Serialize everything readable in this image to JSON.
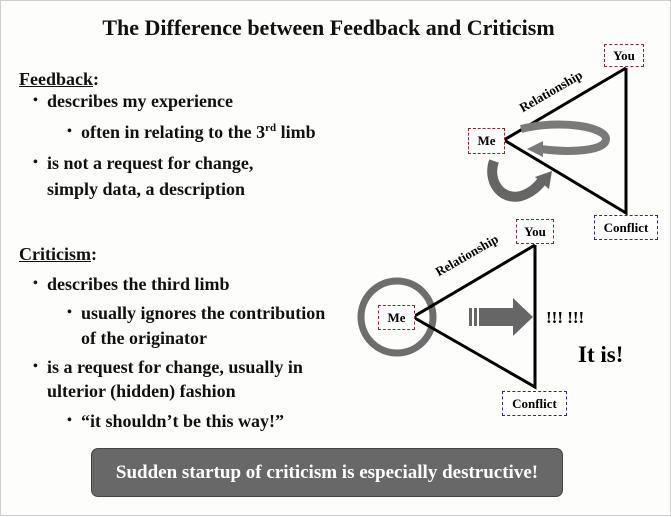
{
  "title": "The Difference between Feedback and Criticism",
  "feedback": {
    "heading": "Feedback",
    "colon": ":",
    "bullets": [
      "describes my experience",
      "is not a request for change,",
      "simply data, a description"
    ],
    "sub_pre": "often in relating to the 3",
    "sub_sup": "rd",
    "sub_post": " limb"
  },
  "criticism": {
    "heading": "Criticism",
    "colon": ":",
    "b1": "describes the third limb",
    "s1a": "usually ignores the contribution",
    "s1b": "of the originator",
    "b2a": "is a request for change, usually in",
    "b2b": "ulterior (hidden) fashion",
    "s2": "“it shouldn’t be this way!”"
  },
  "diagram_top": {
    "me": "Me",
    "you": "You",
    "conflict": "Conflict",
    "edge": "Relationship"
  },
  "diagram_bottom": {
    "me": "Me",
    "you": "You",
    "conflict": "Conflict",
    "edge": "Relationship",
    "exclaim": "!!! !!!",
    "it_is": "It is!"
  },
  "banner": "Sudden startup of criticism is especially destructive!"
}
